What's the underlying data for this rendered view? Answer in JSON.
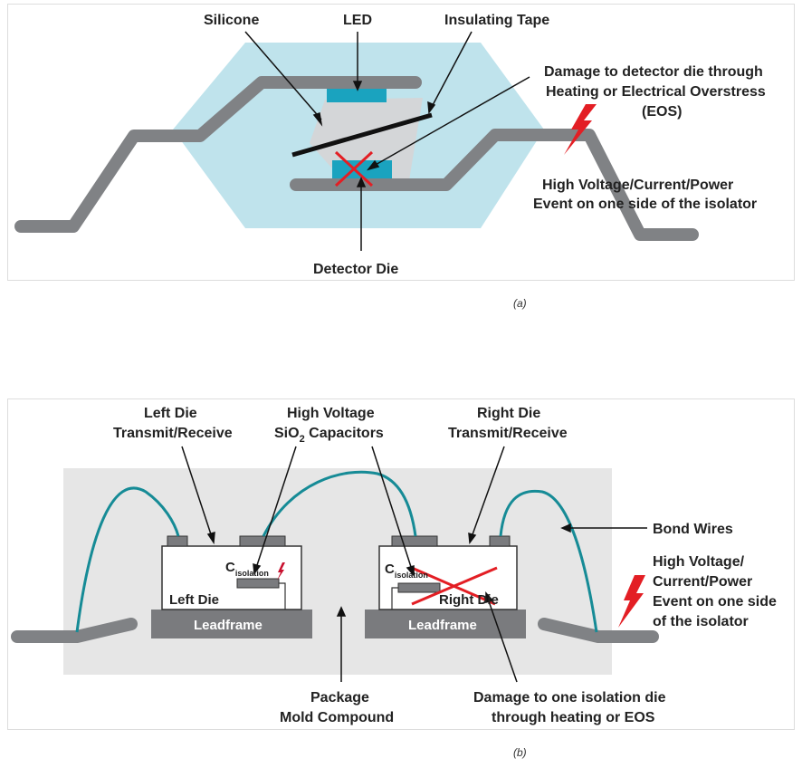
{
  "panel_a": {
    "caption": "(a)",
    "labels": {
      "silicone": "Silicone",
      "led": "LED",
      "insulating_tape": "Insulating Tape",
      "damage_line1": "Damage to detector die through",
      "damage_line2": "Heating or Electrical Overstress",
      "damage_line3": "(EOS)",
      "event_line1": "High Voltage/Current/Power",
      "event_line2": "Event on one side of the isolator",
      "detector_die": "Detector Die"
    }
  },
  "panel_b": {
    "caption": "(b)",
    "labels": {
      "left_die_line1": "Left Die",
      "left_die_line2": "Transmit/Receive",
      "hv_line1": "High Voltage",
      "hv_line2_prefix": "SiO",
      "hv_line2_sub": "2",
      "hv_line2_suffix": " Capacitors",
      "right_die_line1": "Right Die",
      "right_die_line2": "Transmit/Receive",
      "bond_wires": "Bond Wires",
      "event_line1": "High Voltage/",
      "event_line2": "Current/Power",
      "event_line3": "Event on one side",
      "event_line4": "of the isolator",
      "c_main": "C",
      "c_sub": "isolation",
      "c2_main": "C",
      "c2_sub": "isolation",
      "left_die": "Left Die",
      "right_die": "Right Die",
      "leadframe_left": "Leadframe",
      "leadframe_right": "Leadframe",
      "package_line1": "Package",
      "package_line2": "Mold Compound",
      "damage_line1": "Damage to one isolation die",
      "damage_line2": "through heating or EOS"
    }
  },
  "colors": {
    "lead": "#808285",
    "package_a": "#bfe3ec",
    "package_b": "#e6e6e6",
    "die_teal": "#1aa3bf",
    "wire_teal": "#168b96",
    "damage_red": "#e31e24",
    "leadframe": "#7a7b7e"
  }
}
